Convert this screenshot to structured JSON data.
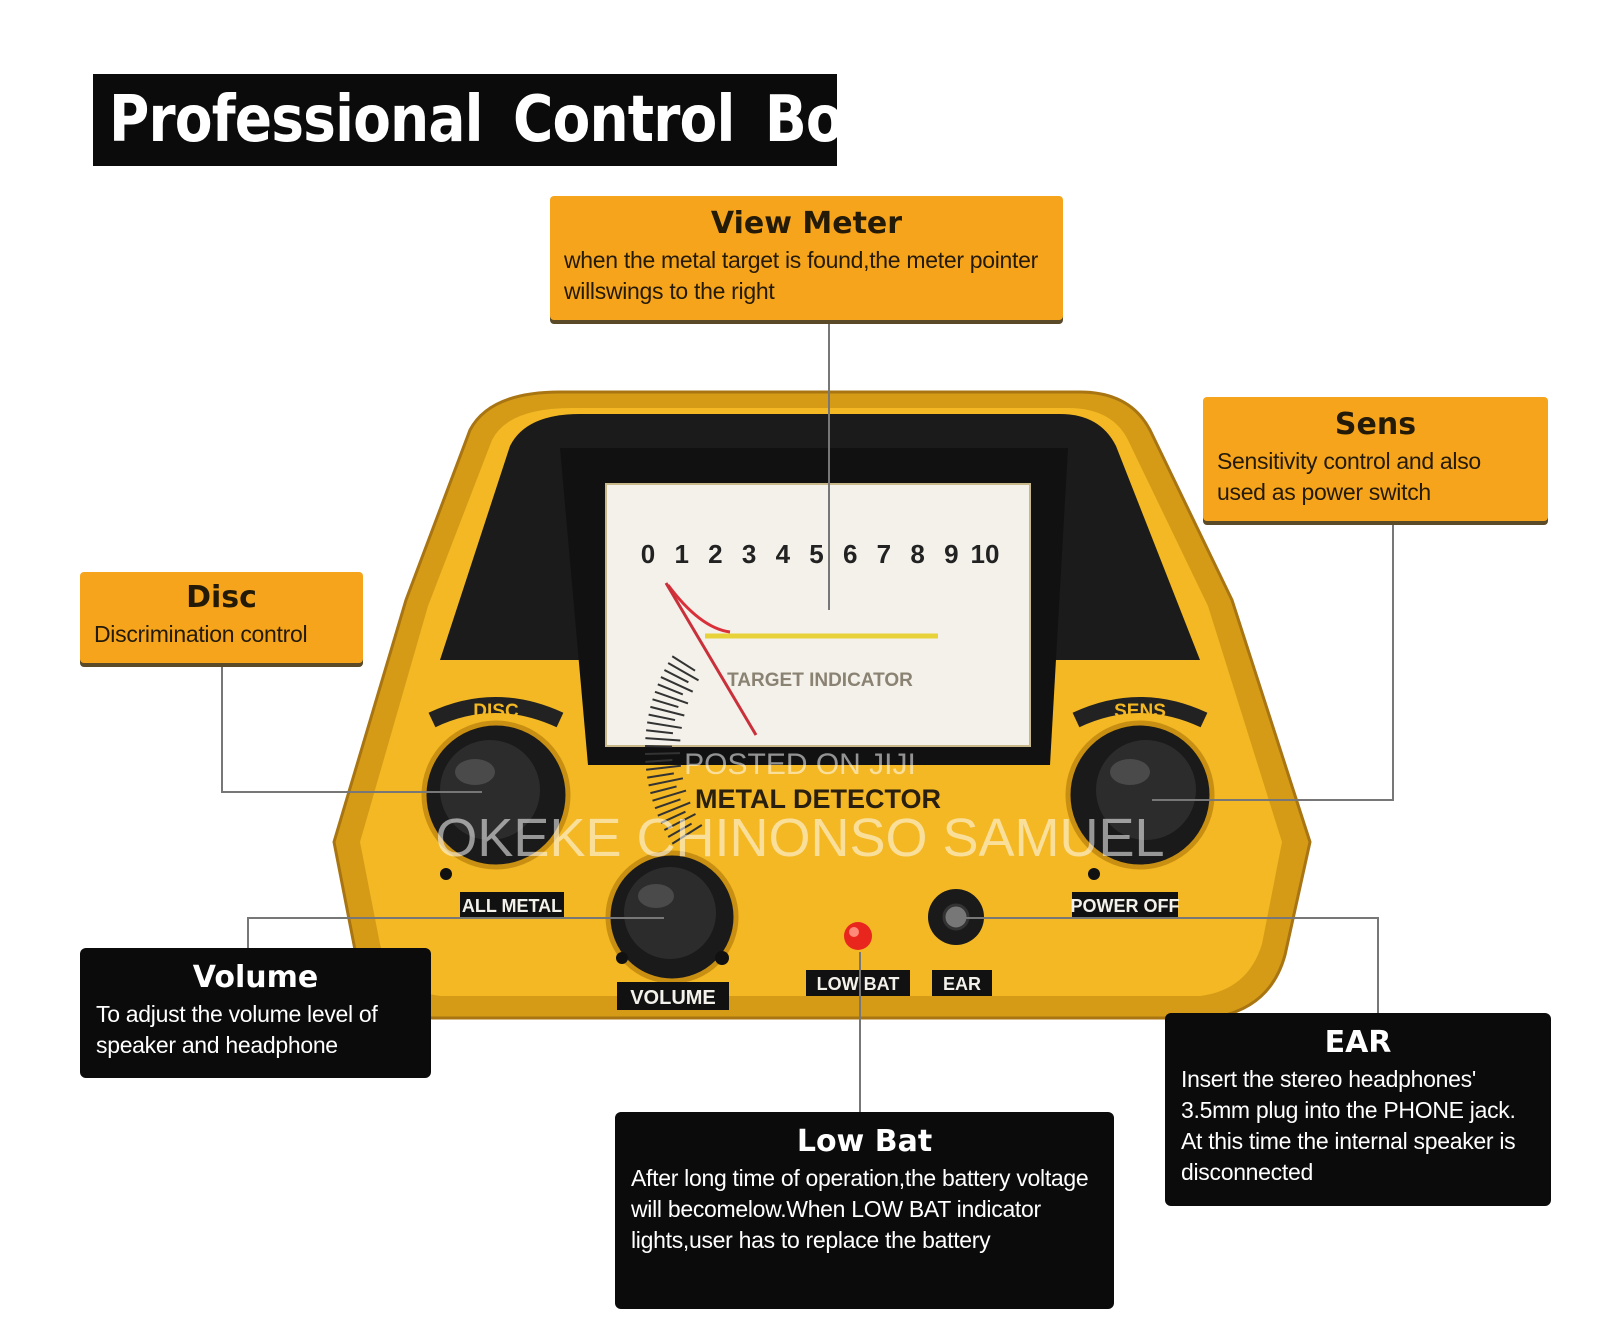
{
  "title": "Professional Control Box",
  "callouts": {
    "view_meter": {
      "title": "View Meter",
      "description": "when the metal target is found,the meter pointer willswings to the right"
    },
    "sens": {
      "title": "Sens",
      "description": "Sensitivity control and also used as power switch"
    },
    "disc": {
      "title": "Disc",
      "description": "Discrimination control"
    },
    "volume": {
      "title": "Volume",
      "description": "To adjust the volume level of speaker and headphone"
    },
    "ear": {
      "title": "EAR",
      "description": "Insert the stereo headphones' 3.5mm plug into the PHONE jack. At this time the internal speaker is disconnected"
    },
    "low_bat": {
      "title": "Low Bat",
      "description": "After long time of operation,the battery voltage will becomelow.When LOW BAT indicator lights,user has to replace the battery"
    }
  },
  "device": {
    "meter_scale": [
      "0",
      "1",
      "2",
      "3",
      "4",
      "5",
      "6",
      "7",
      "8",
      "9",
      "10"
    ],
    "meter_label": "TARGET INDICATOR",
    "brand_label": "METAL DETECTOR",
    "knob_labels": {
      "disc": "DISC",
      "sens": "SENS",
      "all_metal": "ALL METAL",
      "power_off": "POWER OFF",
      "volume": "VOLUME"
    },
    "indicator_labels": {
      "low_bat": "LOW BAT",
      "ear": "EAR"
    }
  },
  "watermark": {
    "line1": "POSTED ON JIJI",
    "line2": "OKEKE CHINONSO SAMUEL"
  },
  "colors": {
    "body_yellow": "#f3b823",
    "callout_orange": "#f7a41d",
    "callout_black": "#0b0b0b",
    "led_red": "#e8261d"
  }
}
